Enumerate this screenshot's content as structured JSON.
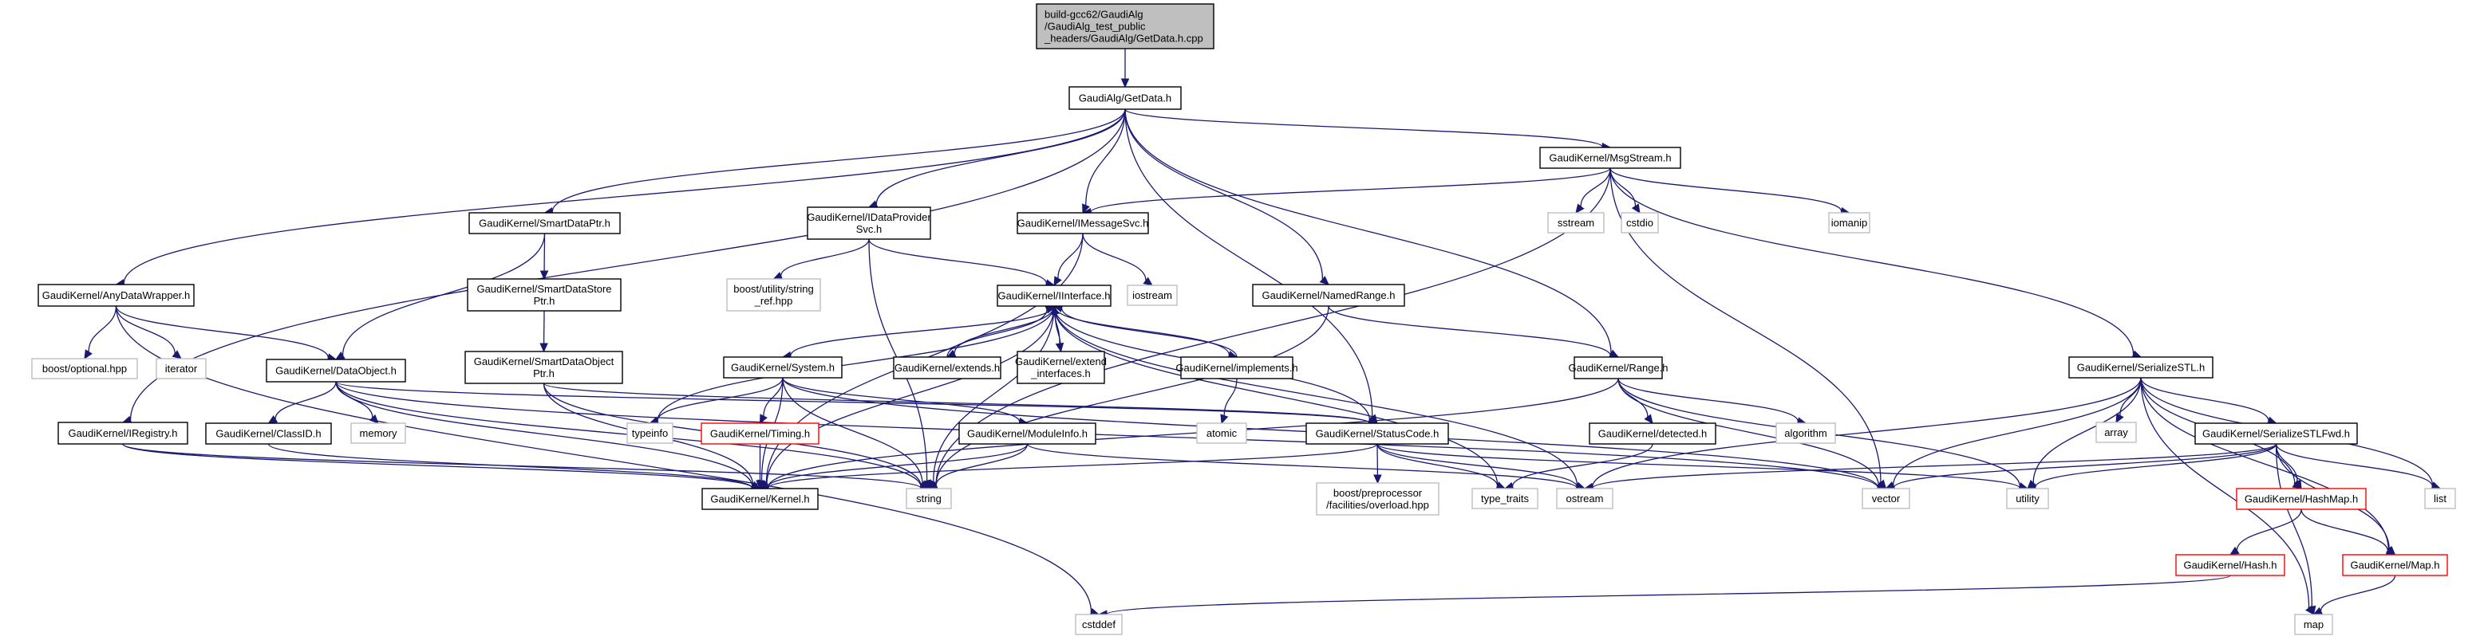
{
  "title": "Include dependency graph for GetData.h.cpp",
  "colors": {
    "edge": "#191970",
    "root_fill": "#bfbfbf",
    "documented_border": "#000000",
    "system_border": "#bfbfbf",
    "undocumented_border": "#ff0000"
  },
  "nodes": [
    {
      "id": "root",
      "lines": [
        "build-gcc62/GaudiAlg",
        "/GaudiAlg_test_public",
        "_headers/GaudiAlg/GetData.h.cpp"
      ],
      "kind": "root"
    },
    {
      "id": "GetData",
      "lines": [
        "GaudiAlg/GetData.h"
      ],
      "kind": "doc"
    },
    {
      "id": "AnyDataWrapper",
      "lines": [
        "GaudiKernel/AnyDataWrapper.h"
      ],
      "kind": "doc"
    },
    {
      "id": "IRegistry",
      "lines": [
        "GaudiKernel/IRegistry.h"
      ],
      "kind": "doc"
    },
    {
      "id": "SmartDataPtr",
      "lines": [
        "GaudiKernel/SmartDataPtr.h"
      ],
      "kind": "doc"
    },
    {
      "id": "IDataProviderSvc",
      "lines": [
        "GaudiKernel/IDataProvider",
        "Svc.h"
      ],
      "kind": "doc"
    },
    {
      "id": "IMessageSvc",
      "lines": [
        "GaudiKernel/IMessageSvc.h"
      ],
      "kind": "doc"
    },
    {
      "id": "NamedRange",
      "lines": [
        "GaudiKernel/NamedRange.h"
      ],
      "kind": "doc"
    },
    {
      "id": "MsgStream",
      "lines": [
        "GaudiKernel/MsgStream.h"
      ],
      "kind": "doc"
    },
    {
      "id": "SerializeSTL",
      "lines": [
        "GaudiKernel/SerializeSTL.h"
      ],
      "kind": "doc"
    },
    {
      "id": "StatusCode",
      "lines": [
        "GaudiKernel/StatusCode.h"
      ],
      "kind": "doc"
    },
    {
      "id": "Range",
      "lines": [
        "GaudiKernel/Range.h"
      ],
      "kind": "doc"
    },
    {
      "id": "SmartDataStorePtr",
      "lines": [
        "GaudiKernel/SmartDataStore",
        "Ptr.h"
      ],
      "kind": "doc"
    },
    {
      "id": "SmartDataObjectPtr",
      "lines": [
        "GaudiKernel/SmartDataObject",
        "Ptr.h"
      ],
      "kind": "doc"
    },
    {
      "id": "DataObject",
      "lines": [
        "GaudiKernel/DataObject.h"
      ],
      "kind": "doc"
    },
    {
      "id": "ClassID",
      "lines": [
        "GaudiKernel/ClassID.h"
      ],
      "kind": "doc"
    },
    {
      "id": "Kernel",
      "lines": [
        "GaudiKernel/Kernel.h"
      ],
      "kind": "doc"
    },
    {
      "id": "IInterface",
      "lines": [
        "GaudiKernel/IInterface.h"
      ],
      "kind": "doc"
    },
    {
      "id": "System",
      "lines": [
        "GaudiKernel/System.h"
      ],
      "kind": "doc"
    },
    {
      "id": "extends",
      "lines": [
        "GaudiKernel/extends.h"
      ],
      "kind": "doc"
    },
    {
      "id": "extend_interfaces",
      "lines": [
        "GaudiKernel/extend",
        "_interfaces.h"
      ],
      "kind": "doc"
    },
    {
      "id": "implements",
      "lines": [
        "GaudiKernel/implements.h"
      ],
      "kind": "doc"
    },
    {
      "id": "Timing",
      "lines": [
        "GaudiKernel/Timing.h"
      ],
      "kind": "undoc"
    },
    {
      "id": "ModuleInfo",
      "lines": [
        "GaudiKernel/ModuleInfo.h"
      ],
      "kind": "doc"
    },
    {
      "id": "detected",
      "lines": [
        "GaudiKernel/detected.h"
      ],
      "kind": "doc"
    },
    {
      "id": "SerializeSTLFwd",
      "lines": [
        "GaudiKernel/SerializeSTLFwd.h"
      ],
      "kind": "doc"
    },
    {
      "id": "HashMap",
      "lines": [
        "GaudiKernel/HashMap.h"
      ],
      "kind": "undoc"
    },
    {
      "id": "Hash",
      "lines": [
        "GaudiKernel/Hash.h"
      ],
      "kind": "undoc"
    },
    {
      "id": "Map",
      "lines": [
        "GaudiKernel/Map.h"
      ],
      "kind": "undoc"
    },
    {
      "id": "boost_optional",
      "lines": [
        "boost/optional.hpp"
      ],
      "kind": "sys"
    },
    {
      "id": "iterator",
      "lines": [
        "iterator"
      ],
      "kind": "sys"
    },
    {
      "id": "memory",
      "lines": [
        "memory"
      ],
      "kind": "sys"
    },
    {
      "id": "string_ref",
      "lines": [
        "boost/utility/string",
        "_ref.hpp"
      ],
      "kind": "sys"
    },
    {
      "id": "iostream",
      "lines": [
        "iostream"
      ],
      "kind": "sys"
    },
    {
      "id": "sstream",
      "lines": [
        "sstream"
      ],
      "kind": "sys"
    },
    {
      "id": "cstdio",
      "lines": [
        "cstdio"
      ],
      "kind": "sys"
    },
    {
      "id": "iomanip",
      "lines": [
        "iomanip"
      ],
      "kind": "sys"
    },
    {
      "id": "typeinfo",
      "lines": [
        "typeinfo"
      ],
      "kind": "sys"
    },
    {
      "id": "atomic",
      "lines": [
        "atomic"
      ],
      "kind": "sys"
    },
    {
      "id": "algorithm",
      "lines": [
        "algorithm"
      ],
      "kind": "sys"
    },
    {
      "id": "array",
      "lines": [
        "array"
      ],
      "kind": "sys"
    },
    {
      "id": "string",
      "lines": [
        "string"
      ],
      "kind": "sys"
    },
    {
      "id": "overload",
      "lines": [
        "boost/preprocessor",
        "/facilities/overload.hpp"
      ],
      "kind": "sys"
    },
    {
      "id": "type_traits",
      "lines": [
        "type_traits"
      ],
      "kind": "sys"
    },
    {
      "id": "ostream",
      "lines": [
        "ostream"
      ],
      "kind": "sys"
    },
    {
      "id": "vector",
      "lines": [
        "vector"
      ],
      "kind": "sys"
    },
    {
      "id": "utility",
      "lines": [
        "utility"
      ],
      "kind": "sys"
    },
    {
      "id": "list",
      "lines": [
        "list"
      ],
      "kind": "sys"
    },
    {
      "id": "cstddef",
      "lines": [
        "cstddef"
      ],
      "kind": "sys"
    },
    {
      "id": "map",
      "lines": [
        "map"
      ],
      "kind": "sys"
    }
  ],
  "edges": [
    [
      "root",
      "GetData"
    ],
    [
      "GetData",
      "AnyDataWrapper"
    ],
    [
      "GetData",
      "IRegistry"
    ],
    [
      "GetData",
      "SmartDataPtr"
    ],
    [
      "GetData",
      "IDataProviderSvc"
    ],
    [
      "GetData",
      "IMessageSvc"
    ],
    [
      "GetData",
      "NamedRange"
    ],
    [
      "GetData",
      "MsgStream"
    ],
    [
      "GetData",
      "StatusCode"
    ],
    [
      "GetData",
      "Range"
    ],
    [
      "AnyDataWrapper",
      "boost_optional"
    ],
    [
      "AnyDataWrapper",
      "iterator"
    ],
    [
      "AnyDataWrapper",
      "DataObject"
    ],
    [
      "AnyDataWrapper",
      "cstddef"
    ],
    [
      "SmartDataPtr",
      "SmartDataStorePtr"
    ],
    [
      "SmartDataPtr",
      "DataObject"
    ],
    [
      "SmartDataStorePtr",
      "SmartDataObjectPtr"
    ],
    [
      "SmartDataObjectPtr",
      "Kernel"
    ],
    [
      "SmartDataObjectPtr",
      "string"
    ],
    [
      "SmartDataObjectPtr",
      "StatusCode"
    ],
    [
      "DataObject",
      "ClassID"
    ],
    [
      "DataObject",
      "memory"
    ],
    [
      "DataObject",
      "string"
    ],
    [
      "DataObject",
      "Kernel"
    ],
    [
      "DataObject",
      "StatusCode"
    ],
    [
      "DataObject",
      "vector"
    ],
    [
      "ClassID",
      "Kernel"
    ],
    [
      "IRegistry",
      "Kernel"
    ],
    [
      "IRegistry",
      "string"
    ],
    [
      "IDataProviderSvc",
      "string_ref"
    ],
    [
      "IDataProviderSvc",
      "IInterface"
    ],
    [
      "IDataProviderSvc",
      "string"
    ],
    [
      "IMessageSvc",
      "IInterface"
    ],
    [
      "IMessageSvc",
      "iostream"
    ],
    [
      "IMessageSvc",
      "Kernel"
    ],
    [
      "IInterface",
      "System"
    ],
    [
      "IInterface",
      "extends"
    ],
    [
      "IInterface",
      "extend_interfaces"
    ],
    [
      "IInterface",
      "implements"
    ],
    [
      "IInterface",
      "StatusCode"
    ],
    [
      "IInterface",
      "typeinfo"
    ],
    [
      "IInterface",
      "Kernel"
    ],
    [
      "IInterface",
      "ostream"
    ],
    [
      "IInterface",
      "type_traits"
    ],
    [
      "IInterface",
      "string"
    ],
    [
      "extends",
      "IInterface"
    ],
    [
      "extend_interfaces",
      "IInterface"
    ],
    [
      "implements",
      "IInterface"
    ],
    [
      "implements",
      "atomic"
    ],
    [
      "System",
      "typeinfo"
    ],
    [
      "System",
      "Timing"
    ],
    [
      "System",
      "Kernel"
    ],
    [
      "System",
      "string"
    ],
    [
      "System",
      "ModuleInfo"
    ],
    [
      "System",
      "vector"
    ],
    [
      "Timing",
      "Kernel"
    ],
    [
      "ModuleInfo",
      "Kernel"
    ],
    [
      "ModuleInfo",
      "string"
    ],
    [
      "ModuleInfo",
      "ostream"
    ],
    [
      "NamedRange",
      "Range"
    ],
    [
      "NamedRange",
      "string"
    ],
    [
      "MsgStream",
      "IMessageSvc"
    ],
    [
      "MsgStream",
      "sstream"
    ],
    [
      "MsgStream",
      "cstdio"
    ],
    [
      "MsgStream",
      "iomanip"
    ],
    [
      "MsgStream",
      "SerializeSTL"
    ],
    [
      "MsgStream",
      "string"
    ],
    [
      "MsgStream",
      "vector"
    ],
    [
      "StatusCode",
      "overload"
    ],
    [
      "StatusCode",
      "type_traits"
    ],
    [
      "StatusCode",
      "ostream"
    ],
    [
      "StatusCode",
      "Kernel"
    ],
    [
      "StatusCode",
      "utility"
    ],
    [
      "Range",
      "detected"
    ],
    [
      "Range",
      "algorithm"
    ],
    [
      "Range",
      "vector"
    ],
    [
      "Range",
      "utility"
    ],
    [
      "Range",
      "Kernel"
    ],
    [
      "detected",
      "type_traits"
    ],
    [
      "SerializeSTL",
      "array"
    ],
    [
      "SerializeSTL",
      "SerializeSTLFwd"
    ],
    [
      "SerializeSTL",
      "HashMap"
    ],
    [
      "SerializeSTL",
      "list"
    ],
    [
      "SerializeSTL",
      "Map"
    ],
    [
      "SerializeSTL",
      "map"
    ],
    [
      "SerializeSTL",
      "ostream"
    ],
    [
      "SerializeSTL",
      "vector"
    ],
    [
      "SerializeSTL",
      "utility"
    ],
    [
      "SerializeSTLFwd",
      "HashMap"
    ],
    [
      "SerializeSTLFwd",
      "Map"
    ],
    [
      "SerializeSTLFwd",
      "list"
    ],
    [
      "SerializeSTLFwd",
      "map"
    ],
    [
      "SerializeSTLFwd",
      "ostream"
    ],
    [
      "SerializeSTLFwd",
      "vector"
    ],
    [
      "SerializeSTLFwd",
      "utility"
    ],
    [
      "HashMap",
      "Hash"
    ],
    [
      "HashMap",
      "Map"
    ],
    [
      "Hash",
      "cstddef"
    ],
    [
      "Map",
      "map"
    ]
  ]
}
